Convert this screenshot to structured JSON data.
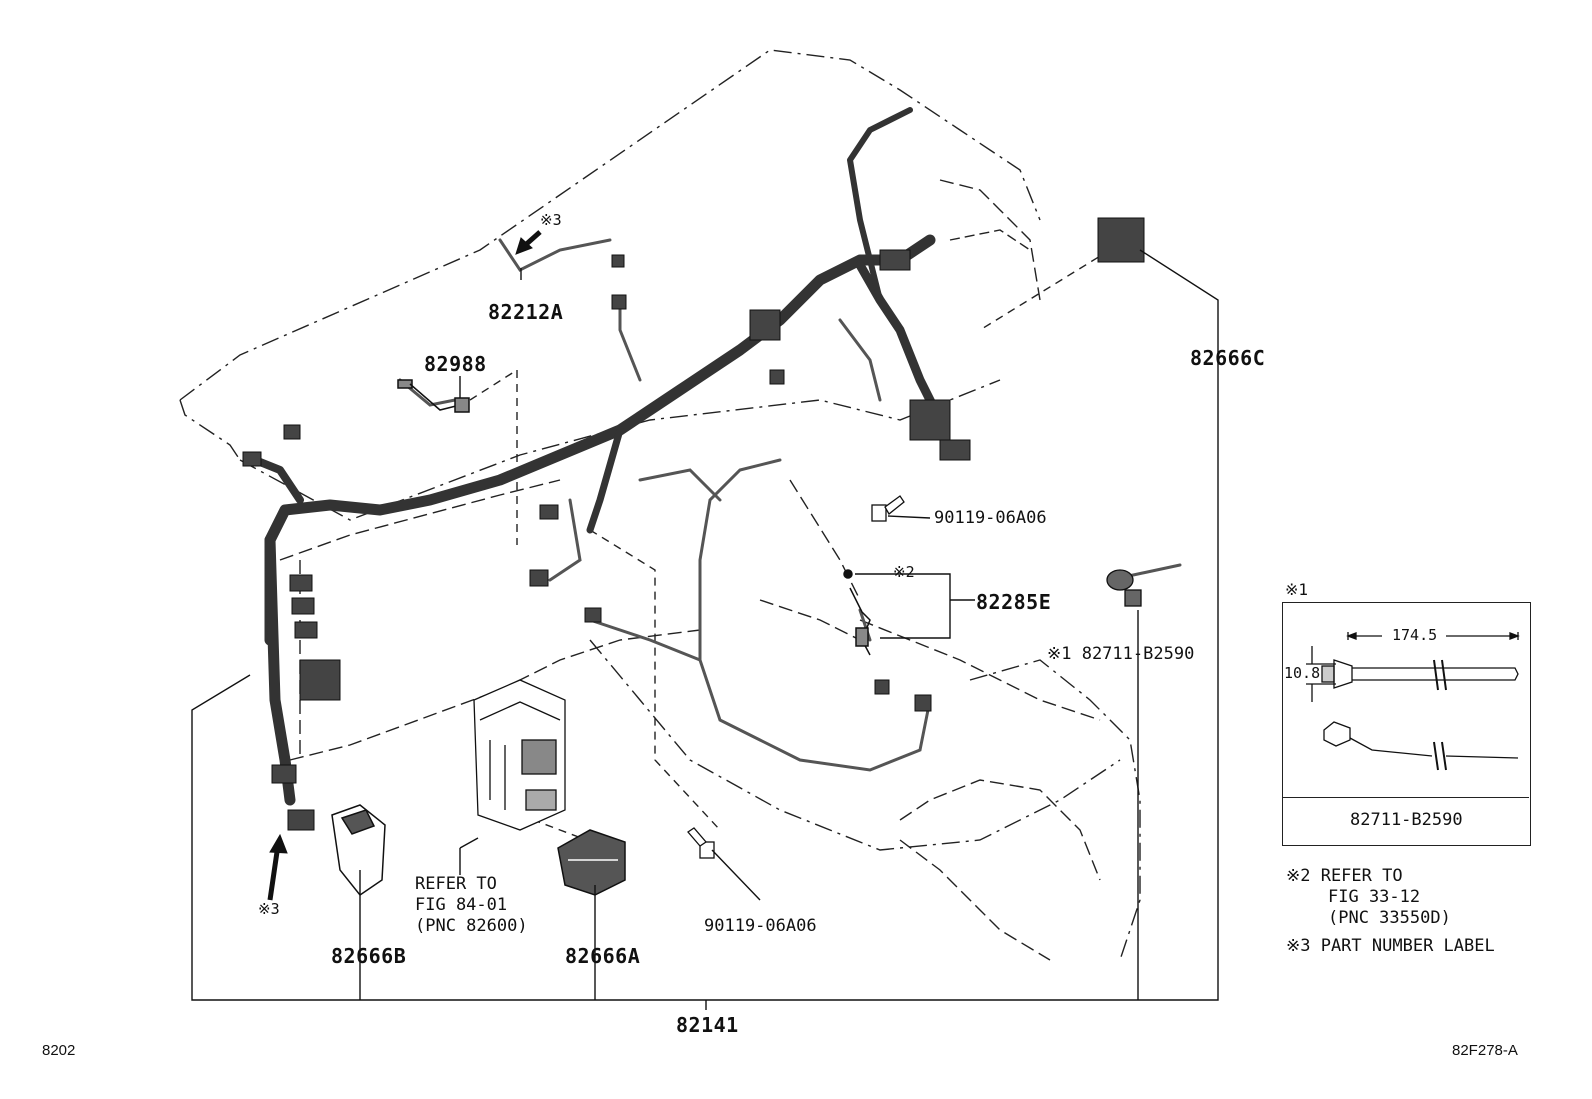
{
  "parts": {
    "harness_main": "82141",
    "label_cover": "82212A",
    "wire_82988": "82988",
    "connector_c": "82666C",
    "connector_b": "82666B",
    "connector_a": "82666A",
    "bolt_upper": "90119-06A06",
    "bolt_lower": "90119-06A06",
    "wire_82285e": "82285E",
    "clamp_ref": "※1 82711-B2590"
  },
  "marks": {
    "note2_mark": "※2",
    "note3_top": "※3",
    "note3_left": "※3"
  },
  "refer_block": [
    "REFER TO",
    "FIG 84-01",
    "(PNC 82600)"
  ],
  "inset": {
    "title": "※1",
    "length": "174.5",
    "diameter": "10.8",
    "part": "82711-B2590"
  },
  "notes": {
    "note2": [
      "※2 REFER TO",
      "FIG 33-12",
      "(PNC 33550D)"
    ],
    "note3": "※3 PART NUMBER LABEL"
  },
  "corners": {
    "bottom_left": "8202",
    "bottom_right": "82F278-A"
  }
}
